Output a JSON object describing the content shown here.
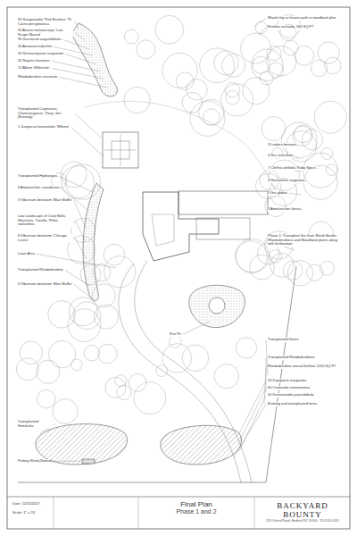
{
  "diagram": {
    "nodes": [
      {
        "text": [
          "Final Plan",
          "Phase 1 and 2"
        ]
      },
      {
        "text": [
          "BACKYARD BOUNTY",
          "223 Oxford Road, Bedford NY 10506 · 914.555.0101"
        ]
      }
    ],
    "labels": [
      "90 Sanguisorba 'Pink Brushes' 76 Carex pensylvanica",
      "90 Aronia melanocarpa 'Low Scape Mound'",
      "96 Vaccinium angustifolium",
      "30 Amsonia hubrichtii",
      "90 Schizachyrium scoparium",
      "45 Nepeta faassenii",
      "72 Allium 'Millenium'",
      "Rhododendron viscosum",
      "Transplanted Cupressus, Chamaecyparis, Thuja, Ilex (Existing)",
      "1 Juniperus horizontalis 'Wiltonii'",
      "Transplanted Hydrangea",
      "8 Amelanchier canadensis",
      "3 Viburnum dentatum 'Blue Muffin'",
      "Low Landscape of Coral Bells, Heuchera, Tiarella, Phlox stolonifera",
      "6 Viburnum dentatum 'Chicago Lustre'",
      "Lawn Area",
      "Transplanted Rhododendron",
      "6 Viburnum dentatum 'Blue Muffin'",
      "Transplanted Hemlocks",
      "Potting Shed (Stored)",
      "Wood chip or leaves path in woodland plan",
      "Fertilize annually, 360 SQ FT",
      "3 Lindera benzoin",
      "3 Ilex verticillata",
      "7 Clethra alnifolia 'Ruby Spice'",
      "3 Hamamelis virginiana",
      "5 Ilex glabra",
      "3 Amelanchier laevis",
      "Fire Pit",
      "Phase 1: Transplant Ilex from Shrub Border, Rhododendrons and Woodland plants along with fertilization",
      "Transplanted Ilexes",
      "Transplanted Rhododendrons",
      "Rhododendron annual fertilize 1200 SQ FT",
      "50 Dryopteris marginalis",
      "60 Osmunda cinnamomea",
      "50 Dennstaedtia punctilobula",
      "Existing and transplanted ferns",
      "Date: 12/15/2017",
      "Scale: 1\" = 20'"
    ]
  }
}
